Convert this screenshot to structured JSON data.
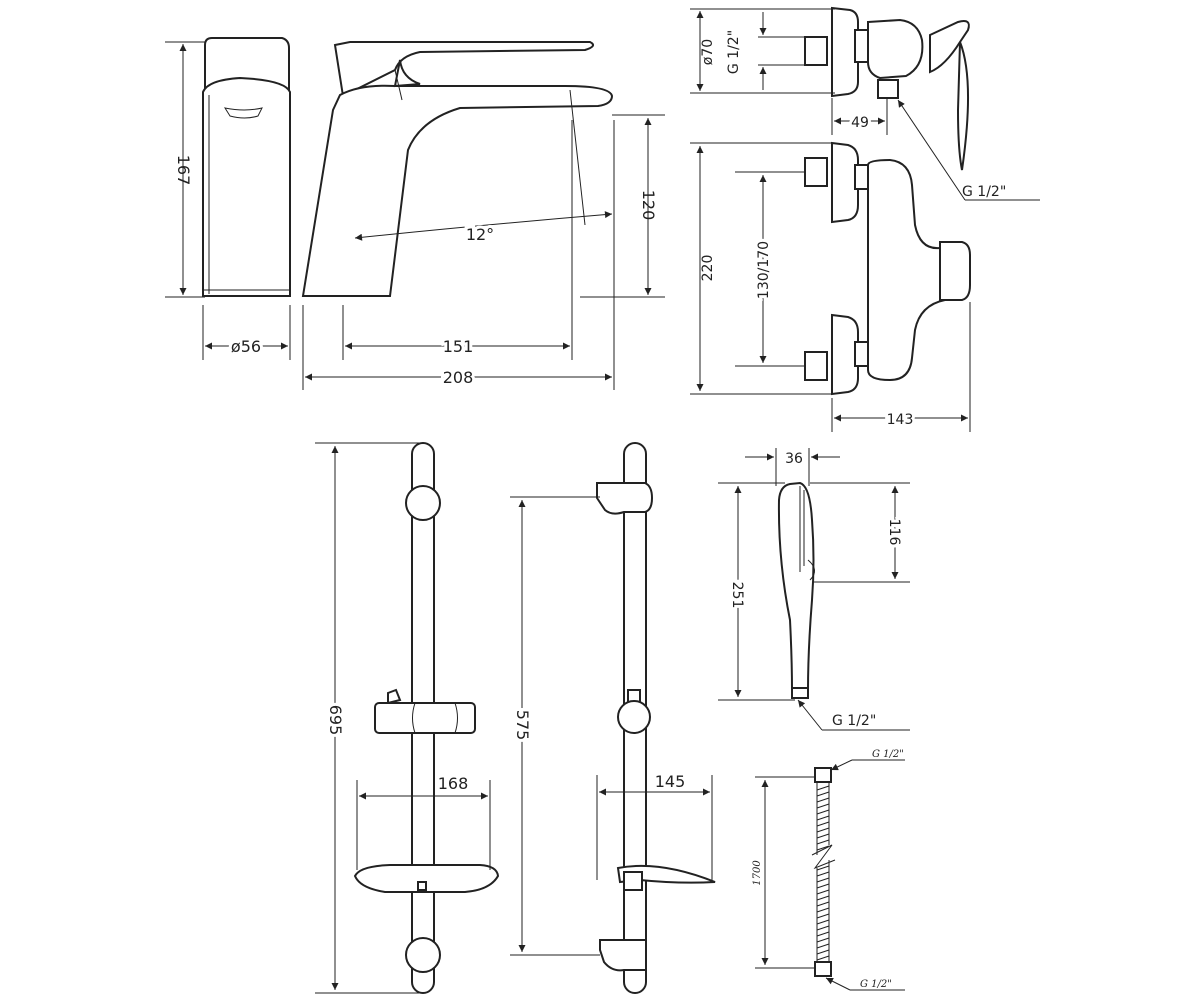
{
  "labels": {
    "faucet_height": "167",
    "faucet_diameter": "ø56",
    "spout_reach": "151",
    "total_length": "208",
    "spout_height": "120",
    "angle": "12°",
    "shower_mixer_flange": "ø70",
    "shower_mixer_thread_top": "G 1/2\"",
    "shower_mixer_offset": "49",
    "shower_mixer_outlet": "G 1/2\"",
    "shower_mixer_height": "220",
    "shower_mixer_spacing": "130/170",
    "shower_mixer_depth": "143",
    "rail_total": "695",
    "rail_soap_width": "168",
    "rail_side_total": "575",
    "rail_side_soap": "145",
    "handshower_head_width": "36",
    "handshower_head_len": "116",
    "handshower_total": "251",
    "handshower_thread": "G 1/2\"",
    "hose_top": "G 1/2\"",
    "hose_length": "1700",
    "hose_bottom": "G 1/2\""
  }
}
